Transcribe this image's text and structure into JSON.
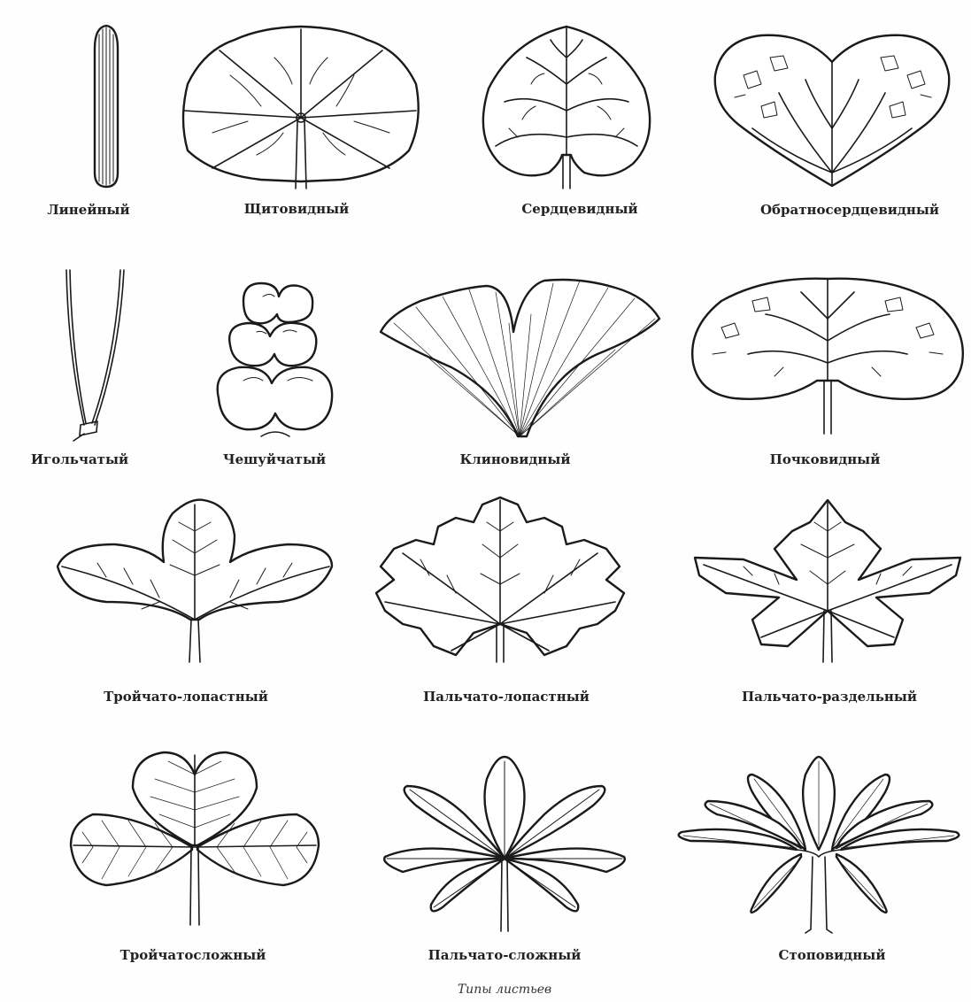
{
  "labels": {
    "linear": "Линейный",
    "peltate": "Щитовидный",
    "cordate": "Сердцевидный",
    "obcordate": "Обратносердцевидный",
    "acicular": "Игольчатый",
    "scaly": "Чешуйчатый",
    "cuneate": "Клиновидный",
    "reniform": "Почковидный",
    "trilobate": "Тройчато-лопастный",
    "palmately_lobed": "Пальчато-лопастный",
    "palmately_parted": "Пальчато-раздельный",
    "trifoliate": "Тройчатосложный",
    "palmately_compound": "Пальчато-сложный",
    "pedate": "Стоповидный"
  },
  "caption": "Типы листьев"
}
